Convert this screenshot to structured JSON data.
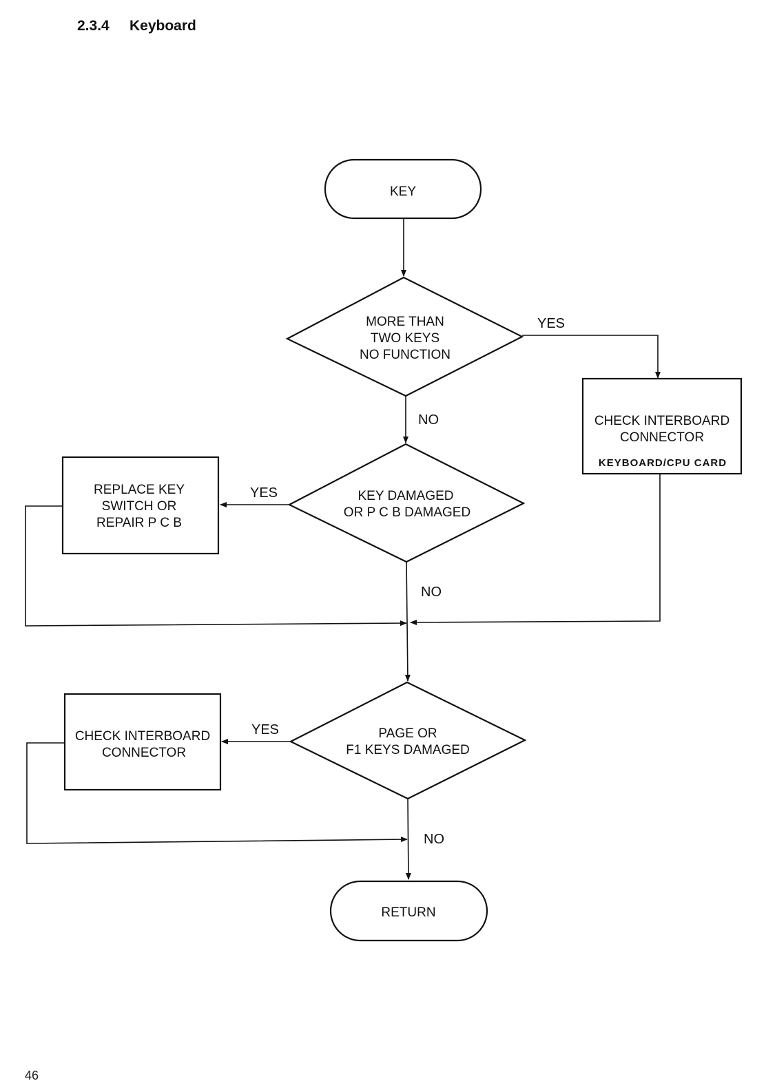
{
  "heading": {
    "number": "2.3.4",
    "title": "Keyboard"
  },
  "page_number": "46",
  "nodes": {
    "key": [
      "KEY"
    ],
    "more_than_two_keys": [
      "MORE THAN",
      "TWO KEYS",
      "NO FUNCTION"
    ],
    "check_interboard_connector_1": [
      "CHECK INTERBOARD",
      "CONNECTOR"
    ],
    "check_interboard_connector_1_sub": "KEYBOARD/CPU CARD",
    "key_damaged": [
      "KEY  DAMAGED",
      "OR  P C B  DAMAGED"
    ],
    "replace_key_switch": [
      "REPLACE KEY",
      "SWITCH OR",
      "REPAIR P C B"
    ],
    "page_f1_keys_damaged": [
      "PAGE  OR",
      "F1 KEYS  DAMAGED"
    ],
    "check_interboard_connector_2": [
      "CHECK INTERBOARD",
      "CONNECTOR"
    ],
    "return": [
      "RETURN"
    ]
  },
  "edge_labels": {
    "d1_yes": "YES",
    "d1_no": "NO",
    "d2_yes": "YES",
    "d2_no": "NO",
    "d3_yes": "YES",
    "d3_no": "NO"
  }
}
